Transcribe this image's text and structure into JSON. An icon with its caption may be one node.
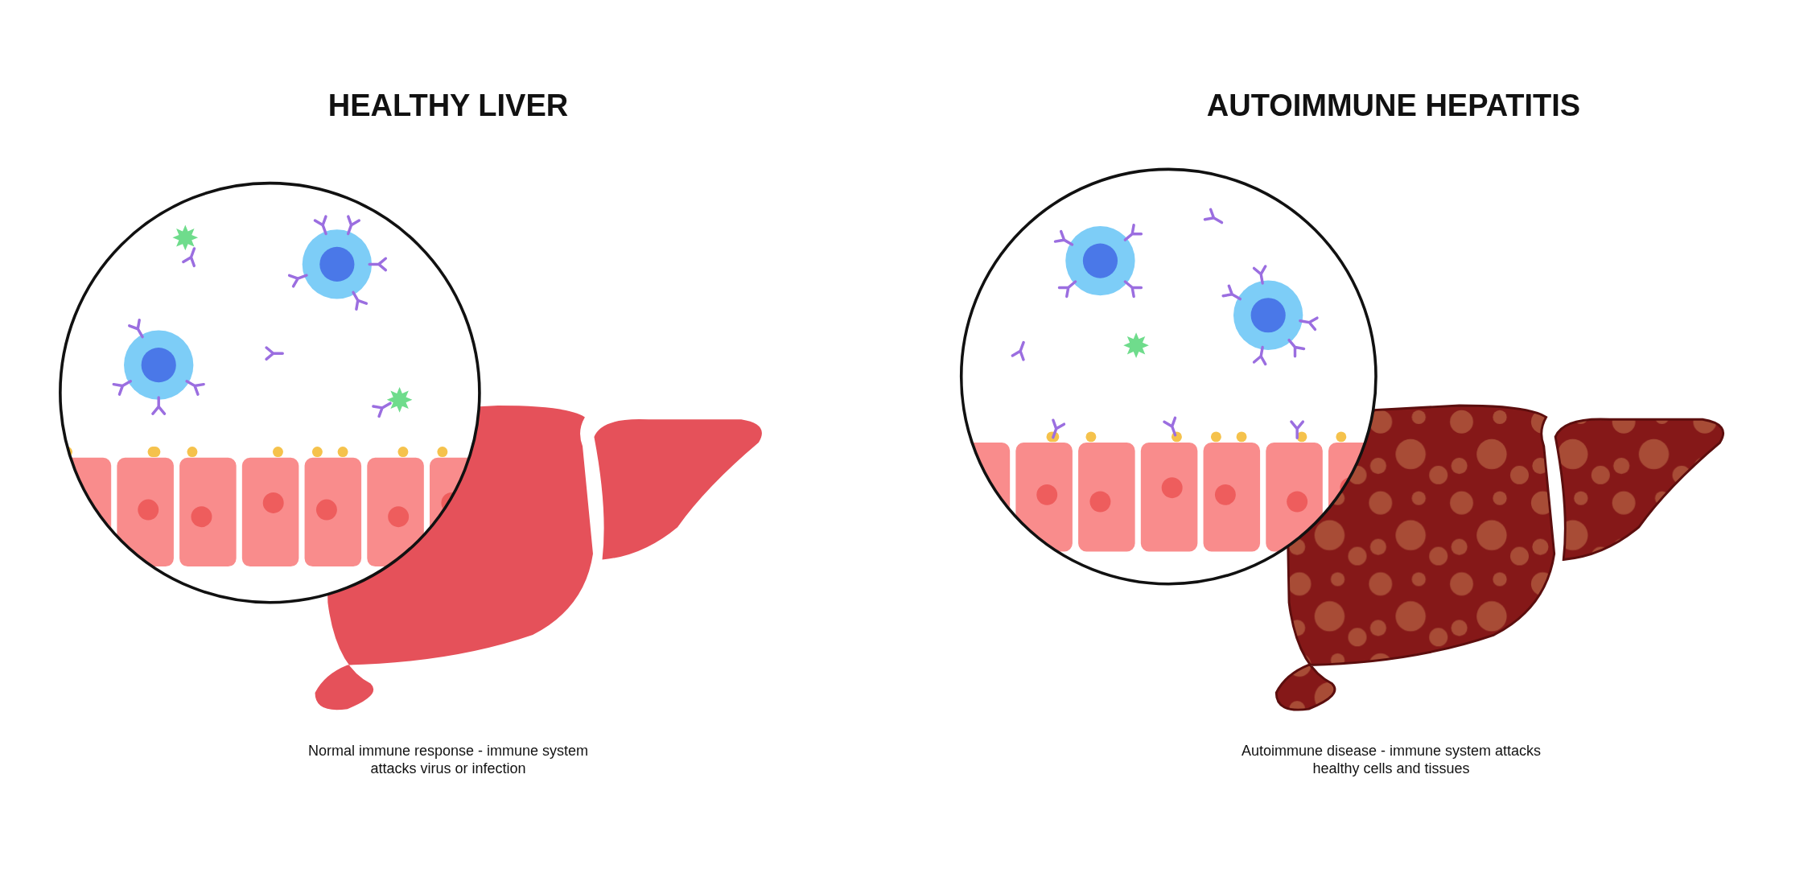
{
  "diagram": {
    "labels": [
      "HEALTHY LIVER",
      "Normal immune response - immune system attacks virus or infection",
      "AUTOIMMUNE HEPATITIS",
      "Autoimmune disease - immune system attacks healthy cells and tissues"
    ]
  }
}
